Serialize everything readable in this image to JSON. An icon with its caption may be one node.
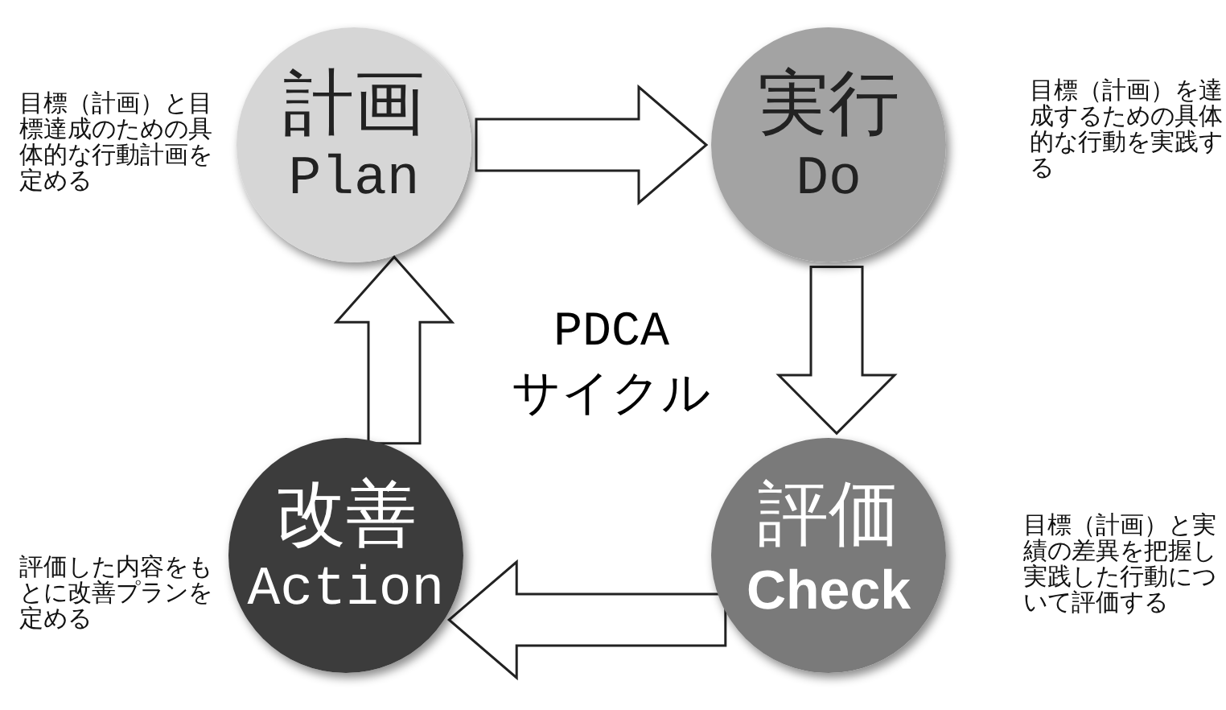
{
  "diagram": {
    "nodes": [
      {
        "text": [
          "計画",
          "Plan"
        ],
        "beside": [
          "目標（計画）と目標達成のための具体的な行動計画を定める"
        ]
      },
      {
        "text": [
          "実行",
          "Do"
        ],
        "beside": [
          "目標（計画）を達成するための具体的な行動を実践する"
        ]
      },
      {
        "text": [
          "改善",
          "Action"
        ],
        "beside": [
          "評価した内容をもとに改善プランを定める"
        ]
      },
      {
        "text": [
          "評価",
          "Check"
        ],
        "beside": [
          "目標（計画）と実績の差異を把握し実践した行動について評価する"
        ]
      }
    ],
    "edges": [
      {
        "from": 0,
        "to": 1,
        "arrow": "to"
      },
      {
        "from": 1,
        "to": 3,
        "arrow": "to"
      },
      {
        "from": 3,
        "to": 2,
        "arrow": "to"
      },
      {
        "from": 2,
        "to": 0,
        "arrow": "to"
      }
    ],
    "labels": [
      "PDCA",
      "サイクル"
    ]
  }
}
